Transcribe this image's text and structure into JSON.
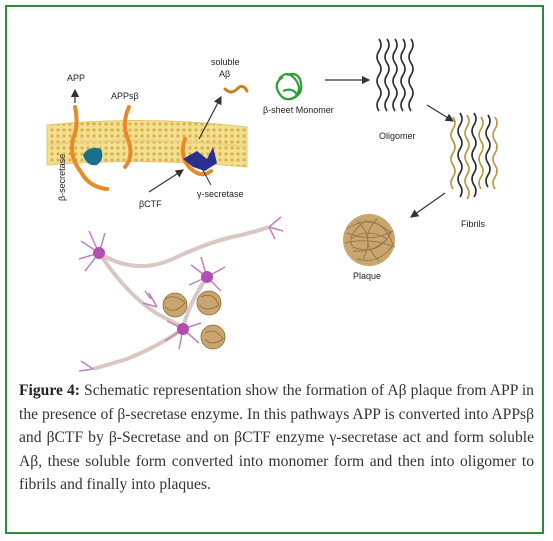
{
  "figure": {
    "labels": {
      "app": "APP",
      "apps_beta": "APPsβ",
      "soluble_line1": "soluble",
      "soluble_line2": "Aβ",
      "beta_secretase": "β-secretase",
      "beta_ctf": "βCTF",
      "gamma_secretase": "γ-secretase",
      "monomer": "β-sheet Monomer",
      "oligomer": "Oligomer",
      "fibrils": "Fibrils",
      "plaque": "Plaque"
    },
    "colors": {
      "border": "#2e8b3e",
      "membrane": "#f3df8f",
      "membrane_dot": "#d9b24a",
      "app_chain": "#e8892a",
      "beta_secretase": "#1a6e8e",
      "gamma_secretase": "#2b2f8f",
      "monomer": "#2e9e3a",
      "fibril_dark": "#2a2a2a",
      "fibril_gold": "#b8963a",
      "plaque": "#9a7848",
      "neuron": "#c47ec2",
      "neuron_body": "#b04fb0",
      "axon": "#d9c7c3"
    }
  },
  "caption": {
    "label": "Figure 4:",
    "text": "Schematic representation show the formation of Aβ plaque from APP in the presence of β-secretase enzyme. In this pathways APP is converted into APPsβ and βCTF by β-Secretase and on βCTF enzyme γ-secretase act and form soluble Aβ, these soluble form converted into monomer form and then into oligomer to fibrils and finally into plaques."
  }
}
